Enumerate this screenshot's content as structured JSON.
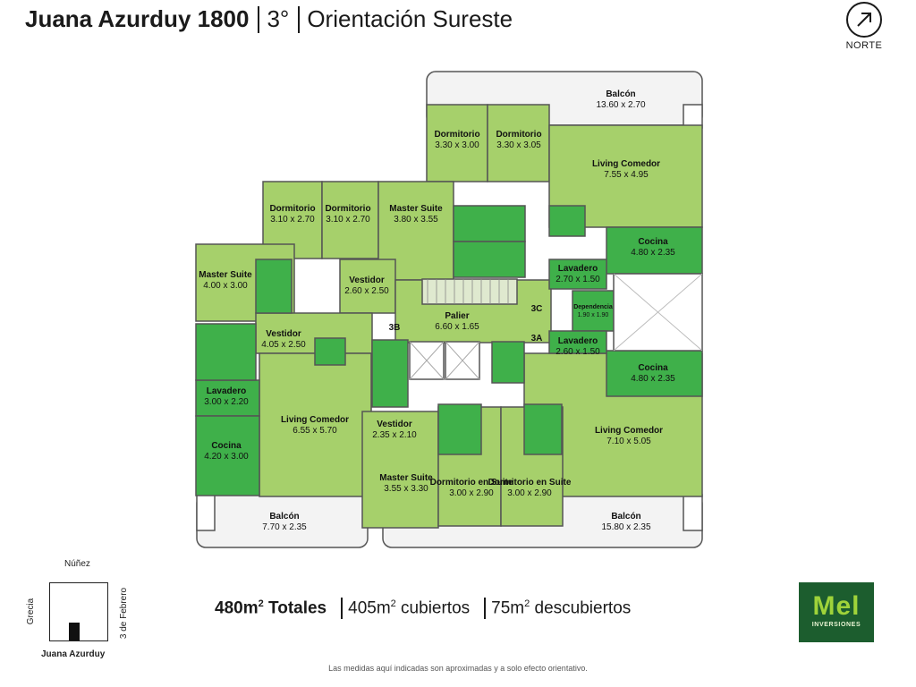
{
  "header": {
    "address": "Juana Azurduy 1800",
    "floor": "3°",
    "orientation": "Orientación Sureste"
  },
  "north_label": "NORTE",
  "colors": {
    "room": "#a6d06b",
    "wet_room": "#3fb04a",
    "terrace": "#f3f3f3",
    "wall": "#555555",
    "logo_bg": "#1c5d2e",
    "logo_fg": "#9fd33a"
  },
  "rooms": [
    {
      "name": "Balcón",
      "dims": "13.60 x 2.70"
    },
    {
      "name": "Dormitorio",
      "dims": "3.30 x 3.00"
    },
    {
      "name": "Dormitorio",
      "dims": "3.30 x 3.05"
    },
    {
      "name": "Living Comedor",
      "dims": "7.55 x 4.95"
    },
    {
      "name": "Dormitorio",
      "dims": "3.10 x 2.70"
    },
    {
      "name": "Dormitorio",
      "dims": "3.10 x 2.70"
    },
    {
      "name": "Master Suite",
      "dims": "3.80 x 3.55"
    },
    {
      "name": "Cocina",
      "dims": "4.80 x 2.35"
    },
    {
      "name": "Master Suite",
      "dims": "4.00 x 3.00"
    },
    {
      "name": "Vestidor",
      "dims": "2.60 x 2.50"
    },
    {
      "name": "Lavadero",
      "dims": "2.70 x 1.50"
    },
    {
      "name": "Dependencia",
      "dims": "1.90 x 1.90"
    },
    {
      "name": "Palier",
      "dims": "6.60 x 1.65"
    },
    {
      "name": "Vestidor",
      "dims": "4.05 x 2.50"
    },
    {
      "name": "Lavadero",
      "dims": "2.60 x 1.50"
    },
    {
      "name": "Cocina",
      "dims": "4.80 x 2.35"
    },
    {
      "name": "Lavadero",
      "dims": "3.00 x 2.20"
    },
    {
      "name": "Living Comedor",
      "dims": "6.55 x 5.70"
    },
    {
      "name": "Vestidor",
      "dims": "2.35 x 2.10"
    },
    {
      "name": "Living Comedor",
      "dims": "7.10 x 5.05"
    },
    {
      "name": "Cocina",
      "dims": "4.20 x 3.00"
    },
    {
      "name": "Master Suite",
      "dims": "3.55 x 3.30"
    },
    {
      "name": "Dormitorio en Suite",
      "dims": "3.00 x 2.90"
    },
    {
      "name": "Dormitorio en Suite",
      "dims": "3.00 x 2.90"
    },
    {
      "name": "Balcón",
      "dims": "7.70 x 2.35"
    },
    {
      "name": "Balcón",
      "dims": "15.80 x 2.35"
    }
  ],
  "unit_tags": [
    "3C",
    "3B",
    "3A"
  ],
  "location_map": {
    "north_street": "Núñez",
    "west_street": "Grecia",
    "east_street": "3 de Febrero",
    "south_street": "Juana Azurduy"
  },
  "totals": {
    "total_value": "480m",
    "total_suffix": " Totales",
    "covered_value": "405m",
    "covered_suffix": " cubiertos",
    "uncovered_value": "75m",
    "uncovered_suffix": " descubiertos",
    "exponent": "2"
  },
  "disclaimer": "Las medidas aquí indicadas son aproximadas y a solo efecto orientativo.",
  "logo": {
    "name": "Mel",
    "subtitle": "INVERSIONES"
  }
}
